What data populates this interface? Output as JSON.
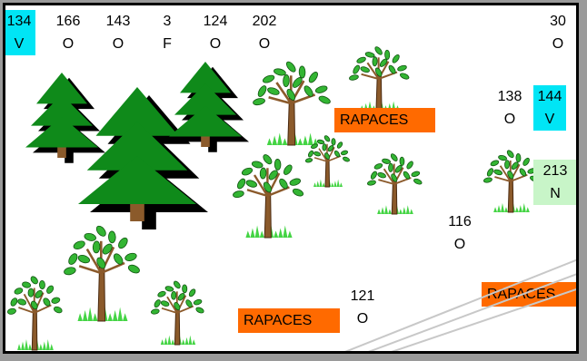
{
  "colors": {
    "board_bg": "#ffffff",
    "frame": "#9a9a9a",
    "highlight_v": "#00e5f5",
    "highlight_n": "#c8f5c8",
    "label_bg": "#ff6a00",
    "fir": "#0f8a1a",
    "fir_shadow": "#000000",
    "leaf": "#33b533",
    "trunk": "#8b5a2b",
    "grass": "#44d444"
  },
  "map": {
    "cells": [
      {
        "number": "134",
        "code": "V",
        "highlight": "v"
      },
      {
        "number": "166",
        "code": "O",
        "highlight": ""
      },
      {
        "number": "143",
        "code": "O",
        "highlight": ""
      },
      {
        "number": "3",
        "code": "F",
        "highlight": ""
      },
      {
        "number": "124",
        "code": "O",
        "highlight": ""
      },
      {
        "number": "202",
        "code": "O",
        "highlight": ""
      },
      {
        "number": "30",
        "code": "O",
        "highlight": ""
      },
      {
        "number": "138",
        "code": "O",
        "highlight": ""
      },
      {
        "number": "144",
        "code": "V",
        "highlight": "v"
      },
      {
        "number": "213",
        "code": "N",
        "highlight": "n"
      },
      {
        "number": "116",
        "code": "O",
        "highlight": ""
      },
      {
        "number": "121",
        "code": "O",
        "highlight": ""
      }
    ],
    "labels": [
      "RAPACES",
      "RAPACES",
      "RAPACES"
    ],
    "trees": [
      {
        "kind": "fir-tree-icon"
      },
      {
        "kind": "fir-tree-icon"
      },
      {
        "kind": "fir-tree-icon"
      },
      {
        "kind": "leafy-tree-icon"
      },
      {
        "kind": "leafy-tree-icon"
      },
      {
        "kind": "leafy-tree-icon"
      },
      {
        "kind": "leafy-tree-icon"
      },
      {
        "kind": "leafy-tree-icon"
      },
      {
        "kind": "leafy-tree-icon"
      },
      {
        "kind": "leafy-tree-icon"
      },
      {
        "kind": "leafy-tree-icon"
      },
      {
        "kind": "leafy-tree-icon"
      },
      {
        "kind": "leafy-tree-icon"
      }
    ]
  }
}
